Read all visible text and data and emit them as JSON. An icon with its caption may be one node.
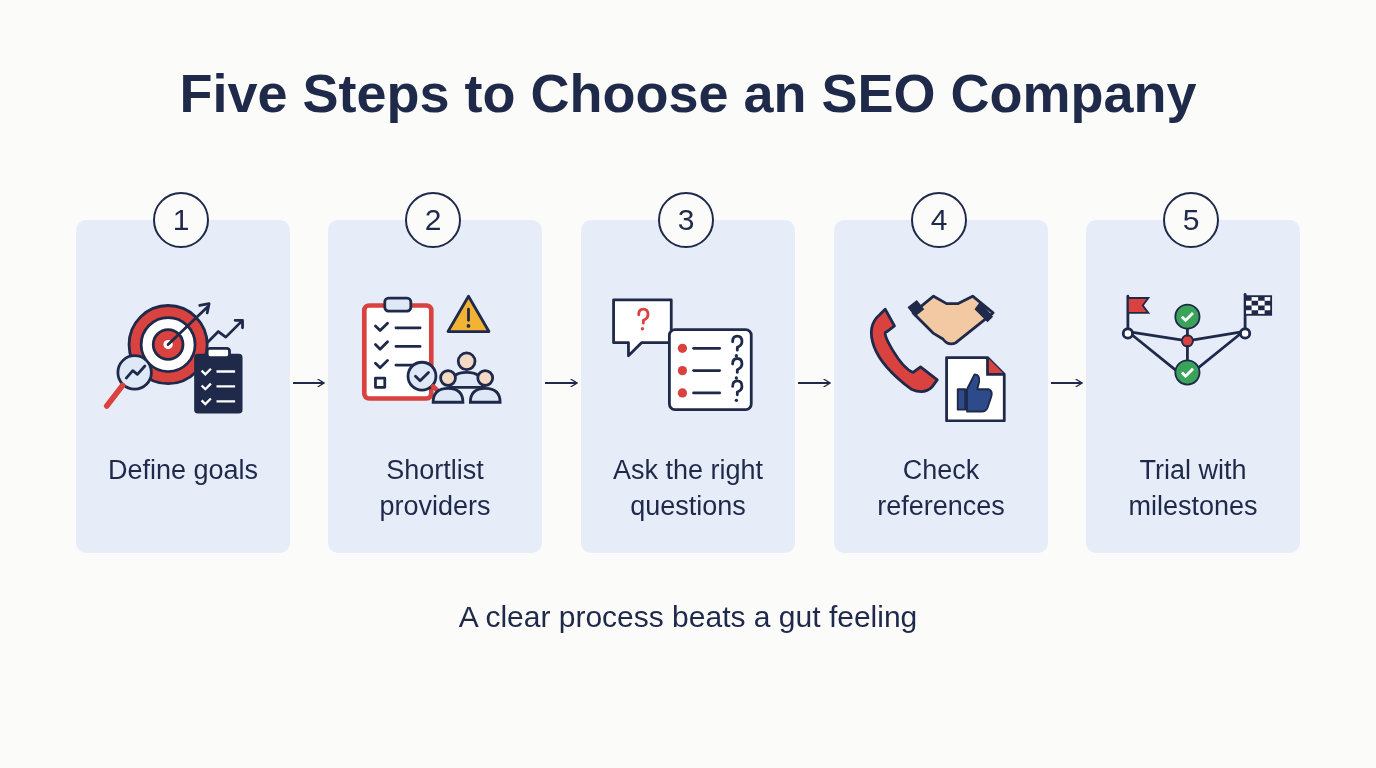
{
  "diagram": {
    "title": "Five Steps to Choose an SEO Company",
    "caption": "A clear process beats a gut feeling",
    "nodes": [
      {
        "text": [
          "1",
          "Define goals"
        ]
      },
      {
        "text": [
          "2",
          "Shortlist providers"
        ]
      },
      {
        "text": [
          "3",
          "Ask the right questions"
        ]
      },
      {
        "text": [
          "4",
          "Check references"
        ]
      },
      {
        "text": [
          "5",
          "Trial with milestones"
        ]
      }
    ],
    "edges": [
      {
        "from": 0,
        "to": 1,
        "arrow": "to"
      },
      {
        "from": 1,
        "to": 2,
        "arrow": "to"
      },
      {
        "from": 2,
        "to": 3,
        "arrow": "to"
      },
      {
        "from": 3,
        "to": 4,
        "arrow": "to"
      }
    ]
  }
}
